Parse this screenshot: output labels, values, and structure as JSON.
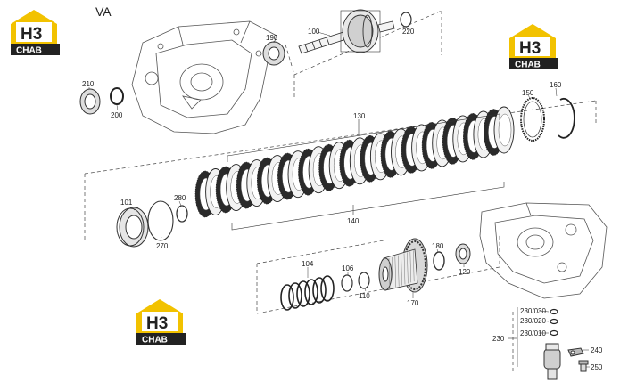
{
  "view_label": "VA",
  "watermark": {
    "mark": "H3",
    "text": "CHAB",
    "brand_color": "#f2c200"
  },
  "callouts": {
    "c100": "100",
    "c101": "101",
    "c104": "104",
    "c106": "106",
    "c110": "110",
    "c120": "120",
    "c130": "130",
    "c140": "140",
    "c150": "150",
    "c160": "160",
    "c170": "170",
    "c180": "180",
    "c190": "190",
    "c200": "200",
    "c210": "210",
    "c220": "220",
    "c230": "230",
    "c230_010": "230/010",
    "c230_020": "230/020",
    "c230_030": "230/030",
    "c240": "240",
    "c250": "250",
    "c270": "270",
    "c280": "280"
  }
}
